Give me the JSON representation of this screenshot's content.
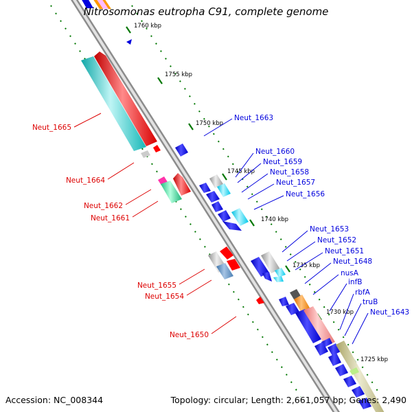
{
  "title": "Nitrosomonas eutropha C91, complete genome",
  "footer": {
    "accession": "Accession: NC_008344",
    "summary": "Topology: circular; Length: 2,661,057 bp; Genes: 2,490"
  },
  "colors": {
    "reverse_label": "#dd0000",
    "forward_label": "#0000dd",
    "tick": "#007700",
    "backbone": "#8c8c8c"
  },
  "ticks": [
    "1760 kbp",
    "1755 kbp",
    "1750 kbp",
    "1745 kbp",
    "1740 kbp",
    "1735 kbp",
    "1730 kbp",
    "1725 kbp"
  ],
  "genes_reverse": [
    "Neut_1665",
    "Neut_1664",
    "Neut_1662",
    "Neut_1661",
    "Neut_1655",
    "Neut_1654",
    "Neut_1650"
  ],
  "genes_forward": [
    "Neut_1663",
    "Neut_1660",
    "Neut_1659",
    "Neut_1658",
    "Neut_1657",
    "Neut_1656",
    "Neut_1653",
    "Neut_1652",
    "Neut_1651",
    "Neut_1648",
    "nusA",
    "infB",
    "rbfA",
    "truB",
    "Neut_1643"
  ]
}
